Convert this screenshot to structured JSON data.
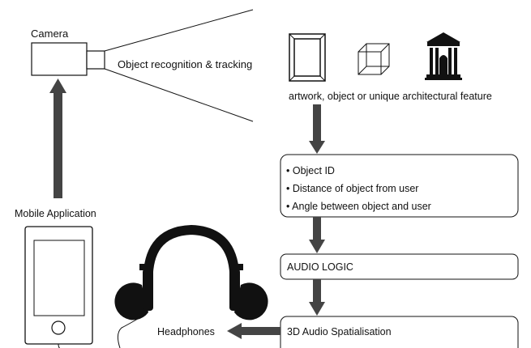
{
  "labels": {
    "camera": "Camera",
    "recognition": "Object recognition & tracking",
    "objects_caption": "artwork, object or unique architectural feature",
    "mobile_app": "Mobile Application",
    "headphones": "Headphones"
  },
  "object_info": {
    "bullets": [
      "• Object ID",
      "• Distance of object from user",
      "• Angle between object and user"
    ]
  },
  "audio_logic": "AUDIO LOGIC",
  "spatialisation": "3D Audio Spatialisation",
  "icons": {
    "camera": "camera-icon",
    "artwork": "picture-frame-icon",
    "object": "wireframe-cube-icon",
    "architecture": "classical-building-icon",
    "phone": "smartphone-icon",
    "headphones": "headphones-icon"
  },
  "colors": {
    "arrow": "#444444",
    "stroke": "#111111"
  }
}
